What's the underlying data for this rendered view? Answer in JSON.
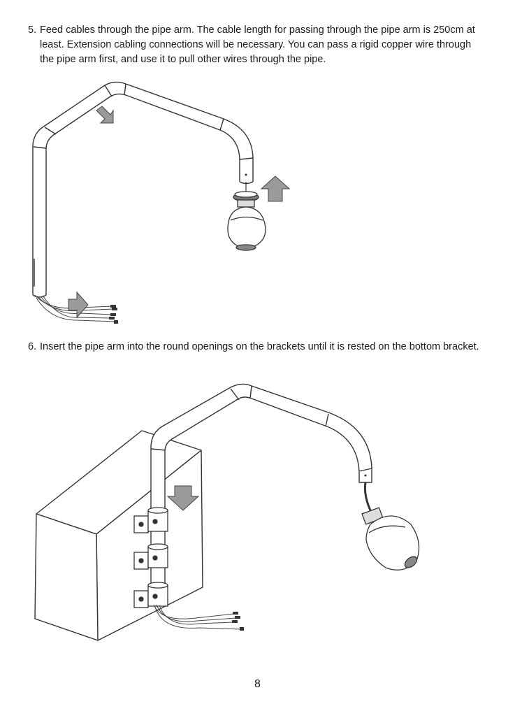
{
  "steps": [
    {
      "number": "5.",
      "text": "Feed cables through the pipe arm. The cable length for passing through the pipe arm is 250cm at least. Extension cabling connections will be necessary. You can pass a rigid copper wire through the pipe arm first, and use it to pull other wires through the pipe."
    },
    {
      "number": "6.",
      "text": "Insert the pipe arm into the round openings on the brackets until it is rested on the bottom bracket."
    }
  ],
  "page_number": "8",
  "colors": {
    "line": "#333333",
    "arrow_fill": "#9a9a9a",
    "pipe_fill": "#ffffff"
  }
}
